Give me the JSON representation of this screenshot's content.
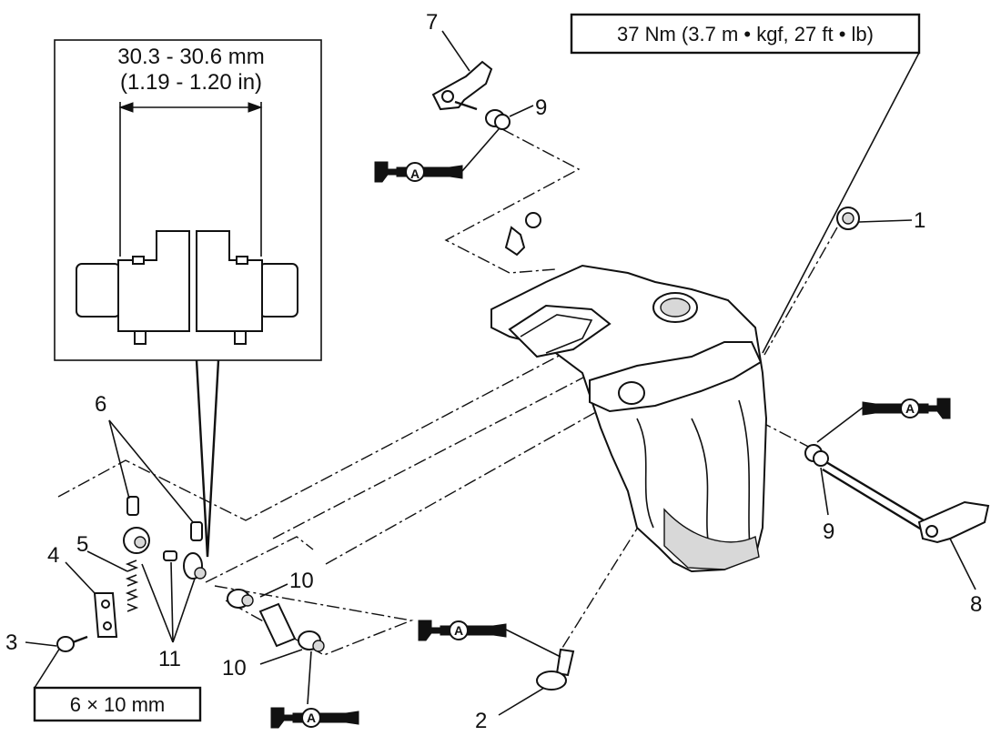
{
  "torque_spec": "37 Nm (3.7 m • kgf, 27 ft • lb)",
  "bolt_size": "6 × 10 mm",
  "detail": {
    "dimension_mm": "30.3 - 30.6 mm",
    "dimension_in": "(1.19 - 1.20 in)"
  },
  "grease_marker_letter": "A",
  "callouts": {
    "c1": "1",
    "c2": "2",
    "c3": "3",
    "c4": "4",
    "c5": "5",
    "c6": "6",
    "c7": "7",
    "c8": "8",
    "c9a": "9",
    "c9b": "9",
    "c10a": "10",
    "c10b": "10",
    "c11": "11"
  }
}
